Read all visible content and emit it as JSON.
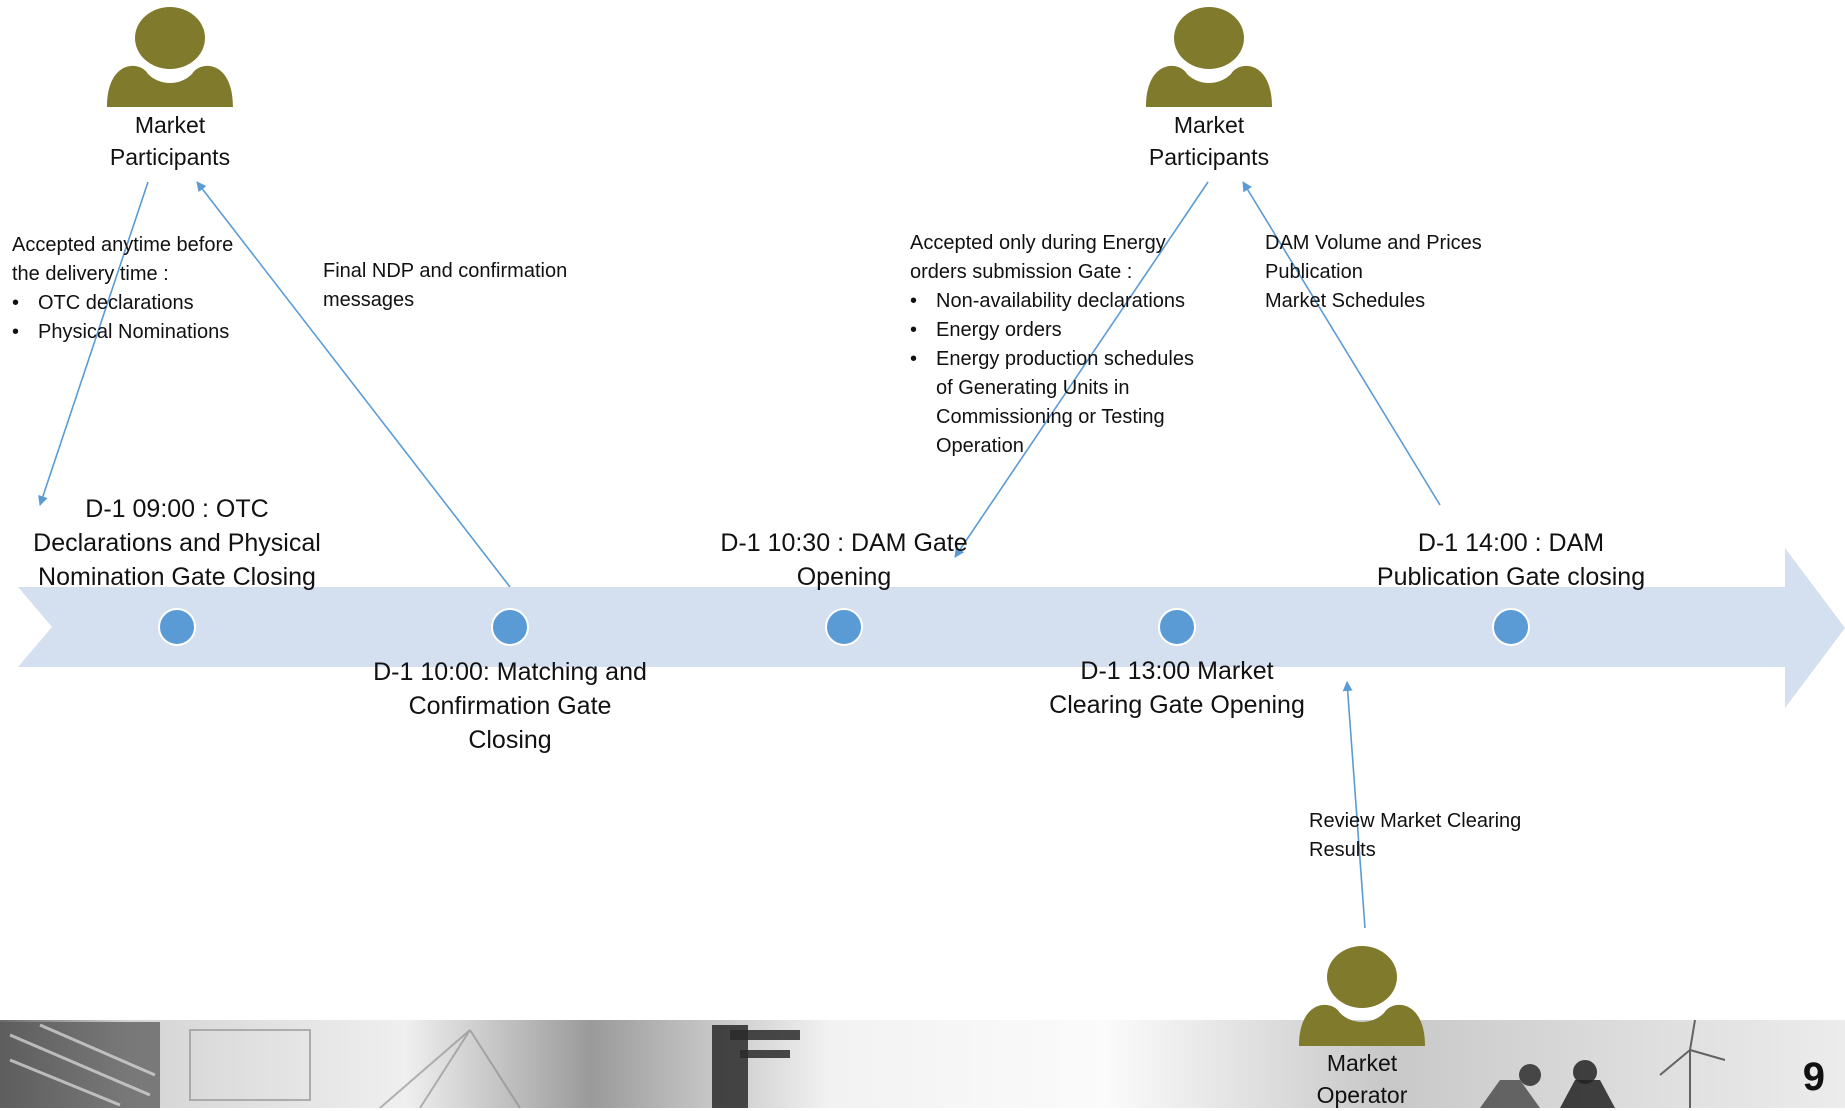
{
  "participants": [
    {
      "id": "mp-left",
      "label_line1": "Market",
      "label_line2": "Participants",
      "icon": "person-icon"
    },
    {
      "id": "mp-right",
      "label_line1": "Market",
      "label_line2": "Participants",
      "icon": "person-icon"
    },
    {
      "id": "mo",
      "label_line1": "Market",
      "label_line2": "Operator",
      "icon": "person-icon"
    }
  ],
  "milestones": [
    {
      "lines": [
        "D-1 09:00 : OTC",
        "Declarations and Physical",
        "Nomination Gate Closing"
      ]
    },
    {
      "lines": [
        "D-1 10:00: Matching and",
        "Confirmation Gate",
        "Closing"
      ]
    },
    {
      "lines": [
        "D-1 10:30 : DAM Gate",
        "Opening"
      ]
    },
    {
      "lines": [
        "D-1 13:00 Market",
        "Clearing Gate Opening"
      ]
    },
    {
      "lines": [
        "D-1 14:00 : DAM",
        "Publication Gate closing"
      ]
    }
  ],
  "notes": {
    "otc": {
      "intro": [
        "Accepted anytime before",
        "the delivery time :"
      ],
      "bullets": [
        "OTC declarations",
        "Physical Nominations"
      ]
    },
    "ndp": {
      "lines": [
        "Final NDP and confirmation",
        "messages"
      ]
    },
    "energy": {
      "intro": [
        "Accepted only during Energy",
        "orders submission Gate :"
      ],
      "bullets": [
        [
          "Non-availability declarations"
        ],
        [
          "Energy orders"
        ],
        [
          "Energy production schedules",
          "of Generating Units in",
          "Commissioning or Testing",
          "Operation"
        ]
      ]
    },
    "dam": {
      "lines": [
        "DAM Volume and Prices",
        "Publication",
        "Market Schedules"
      ]
    },
    "review": {
      "lines": [
        "Review  Market Clearing",
        "Results"
      ]
    }
  },
  "page_number": "9",
  "colors": {
    "person": "#7f7a2c",
    "timeline_band": "#d4dff0",
    "milestone_dot": "#5b9bd5",
    "connector": "#5b9bd5"
  }
}
